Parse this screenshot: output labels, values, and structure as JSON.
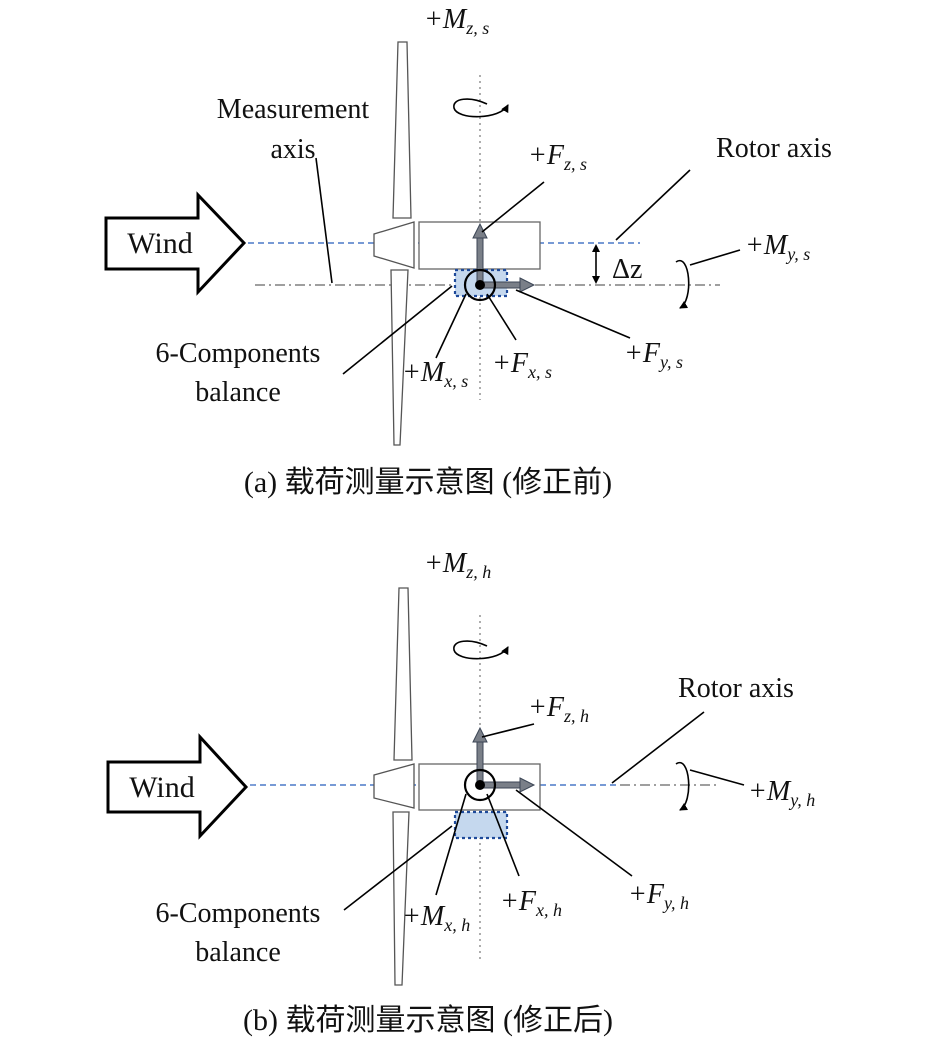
{
  "diagram_a": {
    "wind_label": "Wind",
    "measurement_axis_line1": "Measurement",
    "measurement_axis_line2": "axis",
    "rotor_axis": "Rotor axis",
    "balance_line1": "6-Components",
    "balance_line2": "balance",
    "delta_z": "Δz",
    "mz": {
      "main": "+M",
      "sub": "z, s"
    },
    "fz": {
      "main": "+F",
      "sub": "z, s"
    },
    "my": {
      "main": "+M",
      "sub": "y, s"
    },
    "mx": {
      "main": "+M",
      "sub": "x, s"
    },
    "fx": {
      "main": "+F",
      "sub": "x, s"
    },
    "fy": {
      "main": "+F",
      "sub": "y, s"
    },
    "caption": "(a) 载荷测量示意图 (修正前)"
  },
  "diagram_b": {
    "wind_label": "Wind",
    "rotor_axis": "Rotor axis",
    "balance_line1": "6-Components",
    "balance_line2": "balance",
    "mz": {
      "main": "+M",
      "sub": "z, h"
    },
    "fz": {
      "main": "+F",
      "sub": "z, h"
    },
    "my": {
      "main": "+M",
      "sub": "y, h"
    },
    "mx": {
      "main": "+M",
      "sub": "x, h"
    },
    "fx": {
      "main": "+F",
      "sub": "x, h"
    },
    "fy": {
      "main": "+F",
      "sub": "y, h"
    },
    "caption": "(b) 载荷测量示意图 (修正后)"
  },
  "colors": {
    "rotor_axis_line": "#4a78c7",
    "balance_fill": "#c5d8ee",
    "balance_border": "#1e4a9a",
    "force_arrow": "#7a7f88"
  }
}
